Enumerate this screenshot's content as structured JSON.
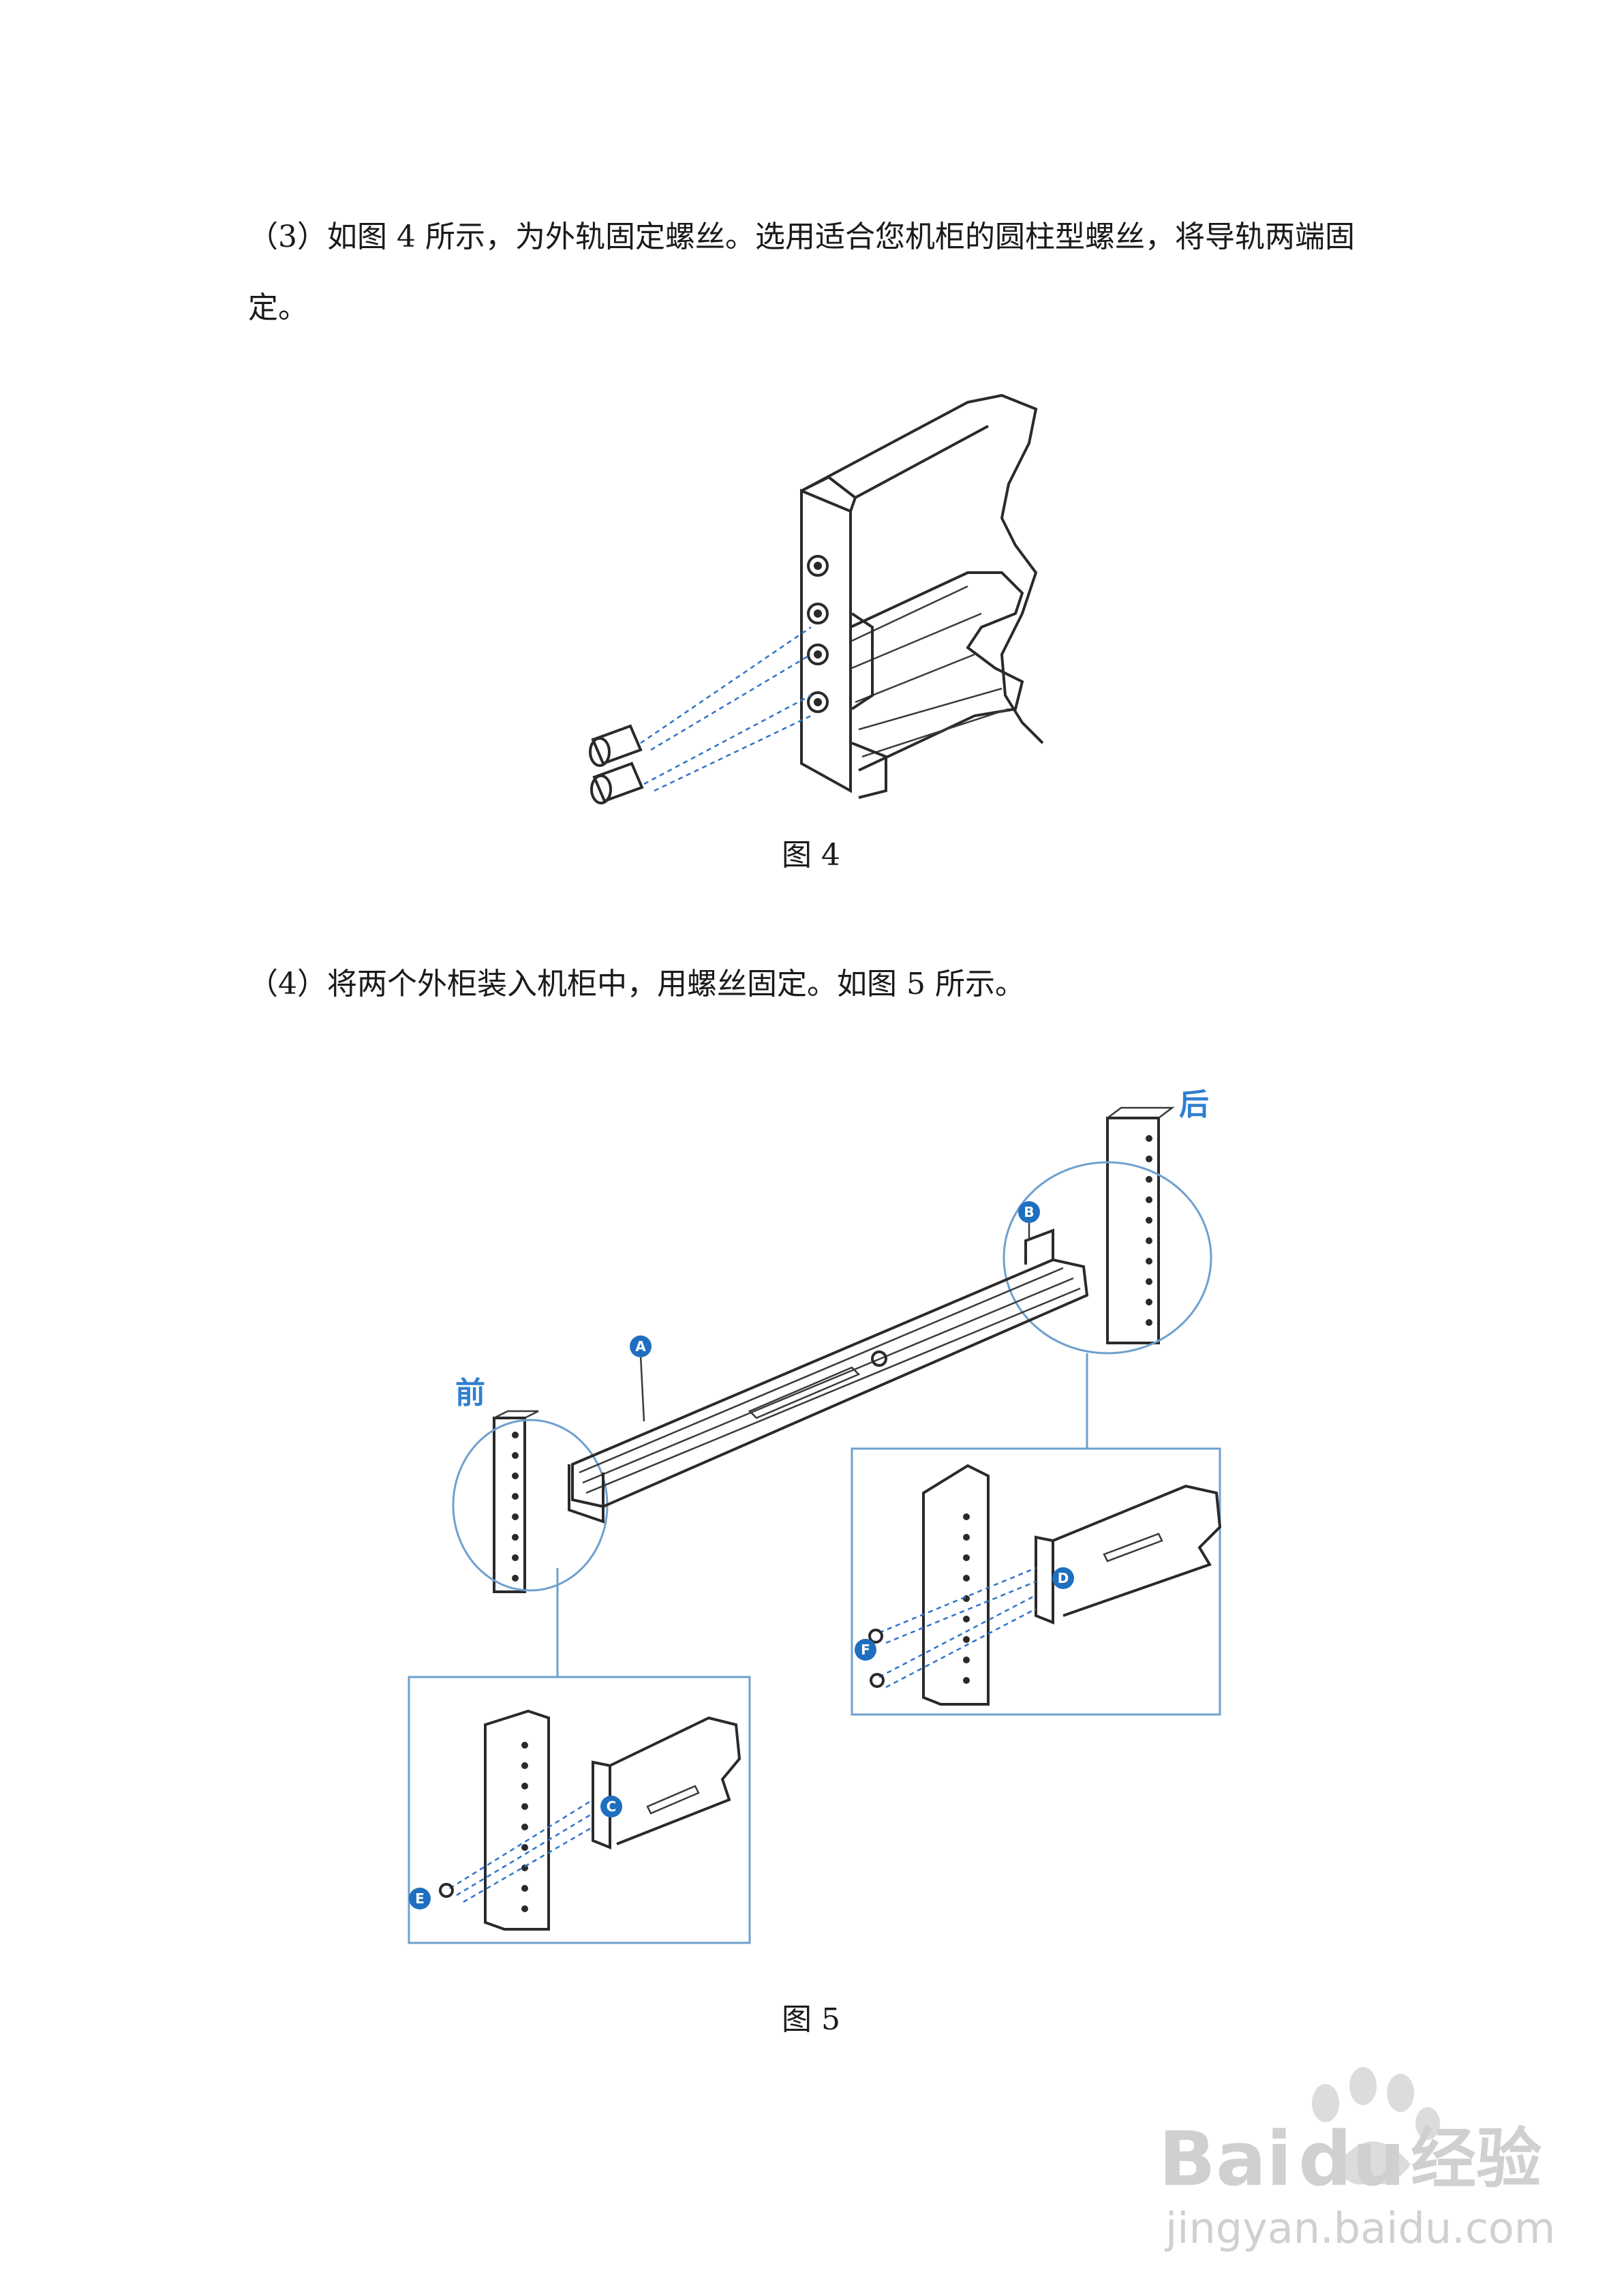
{
  "steps": {
    "step3": "（3）如图 4 所示，为外轨固定螺丝。选用适合您机柜的圆柱型螺丝，将导轨两端固定。",
    "step4": "（4）将两个外柜装入机柜中，用螺丝固定。如图 5 所示。"
  },
  "figures": {
    "fig4_caption": "图 4",
    "fig5_caption": "图 5",
    "fig5_front_label": "前",
    "fig5_back_label": "后",
    "fig5_callouts": [
      "A",
      "B",
      "C",
      "D",
      "E",
      "F"
    ]
  },
  "watermark": {
    "brand_latin": "Bai",
    "brand_du": "du",
    "brand_cn": "经验",
    "url": "jingyan.baidu.com"
  },
  "colors": {
    "callout": "#1f6fc0",
    "label_blue": "#2f7fd0",
    "dash_blue": "#2f73c9",
    "watermark": "#d0d0d0"
  }
}
